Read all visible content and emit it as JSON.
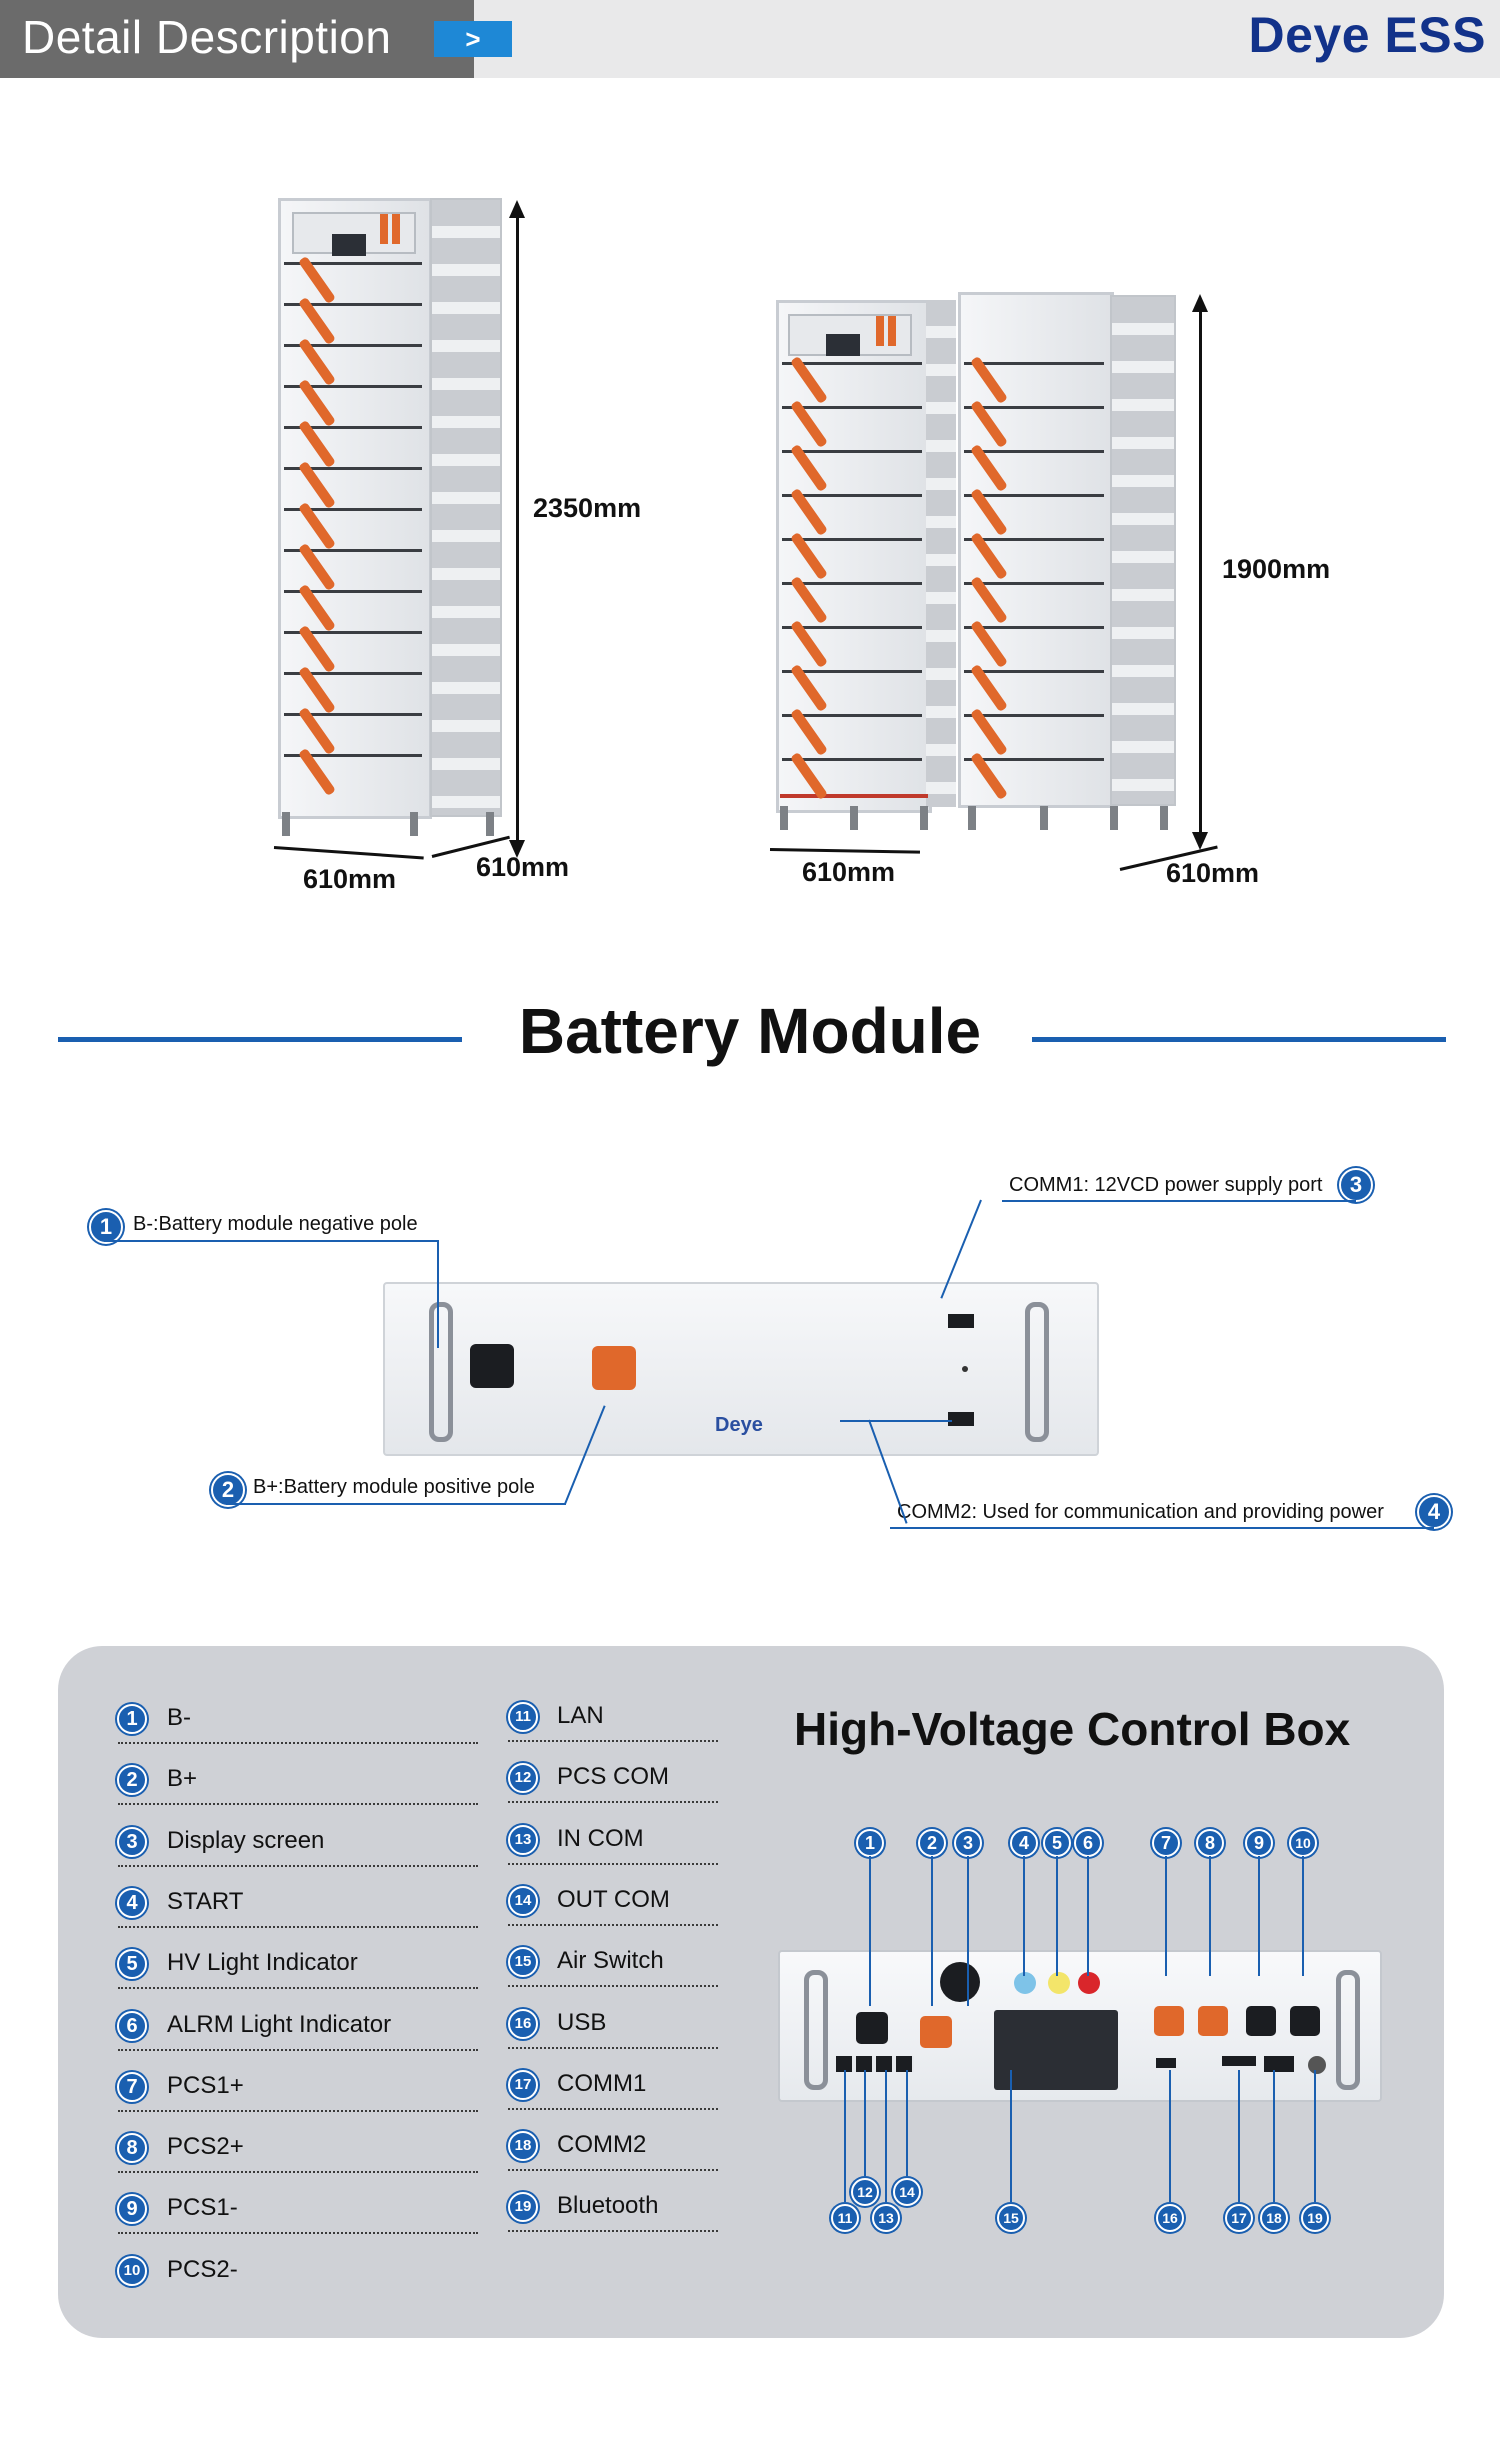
{
  "header": {
    "title": "Detail Description",
    "arrow": ">",
    "brand": "Deye ESS"
  },
  "dimensions": {
    "left_height": "2350mm",
    "left_width": "610mm",
    "left_depth": "610mm",
    "right_height": "1900mm",
    "right_width": "610mm",
    "right_depth": "610mm"
  },
  "battery_module": {
    "title": "Battery Module",
    "brand_on_device": "Deye",
    "callouts": [
      {
        "num": "1",
        "text": "B-:Battery module negative pole"
      },
      {
        "num": "2",
        "text": "B+:Battery module positive pole"
      },
      {
        "num": "3",
        "text": "COMM1: 12VCD power supply port"
      },
      {
        "num": "4",
        "text": "COMM2: Used for communication and providing power"
      }
    ]
  },
  "control_box": {
    "title": "High-Voltage Control Box",
    "left_list": [
      {
        "num": "1",
        "label": "B-"
      },
      {
        "num": "2",
        "label": "B+"
      },
      {
        "num": "3",
        "label": "Display screen"
      },
      {
        "num": "4",
        "label": "START"
      },
      {
        "num": "5",
        "label": "HV Light Indicator"
      },
      {
        "num": "6",
        "label": "ALRM Light Indicator"
      },
      {
        "num": "7",
        "label": "PCS1+"
      },
      {
        "num": "8",
        "label": "PCS2+"
      },
      {
        "num": "9",
        "label": "PCS1-"
      },
      {
        "num": "10",
        "label": "PCS2-"
      }
    ],
    "right_list": [
      {
        "num": "11",
        "label": "LAN"
      },
      {
        "num": "12",
        "label": "PCS COM"
      },
      {
        "num": "13",
        "label": "IN COM"
      },
      {
        "num": "14",
        "label": "OUT COM"
      },
      {
        "num": "15",
        "label": "Air Switch"
      },
      {
        "num": "16",
        "label": "USB"
      },
      {
        "num": "17",
        "label": "COMM1"
      },
      {
        "num": "18",
        "label": "COMM2"
      },
      {
        "num": "19",
        "label": "Bluetooth"
      }
    ],
    "top_markers": [
      "1",
      "2",
      "3",
      "4",
      "5",
      "6",
      "7",
      "8",
      "9",
      "10"
    ],
    "bottom_markers": [
      "11",
      "12",
      "13",
      "14",
      "15",
      "16",
      "17",
      "18",
      "19"
    ],
    "colors": {
      "accent": "#1a5fb0",
      "orange": "#e0682b",
      "panel": "#cfd1d6"
    }
  }
}
